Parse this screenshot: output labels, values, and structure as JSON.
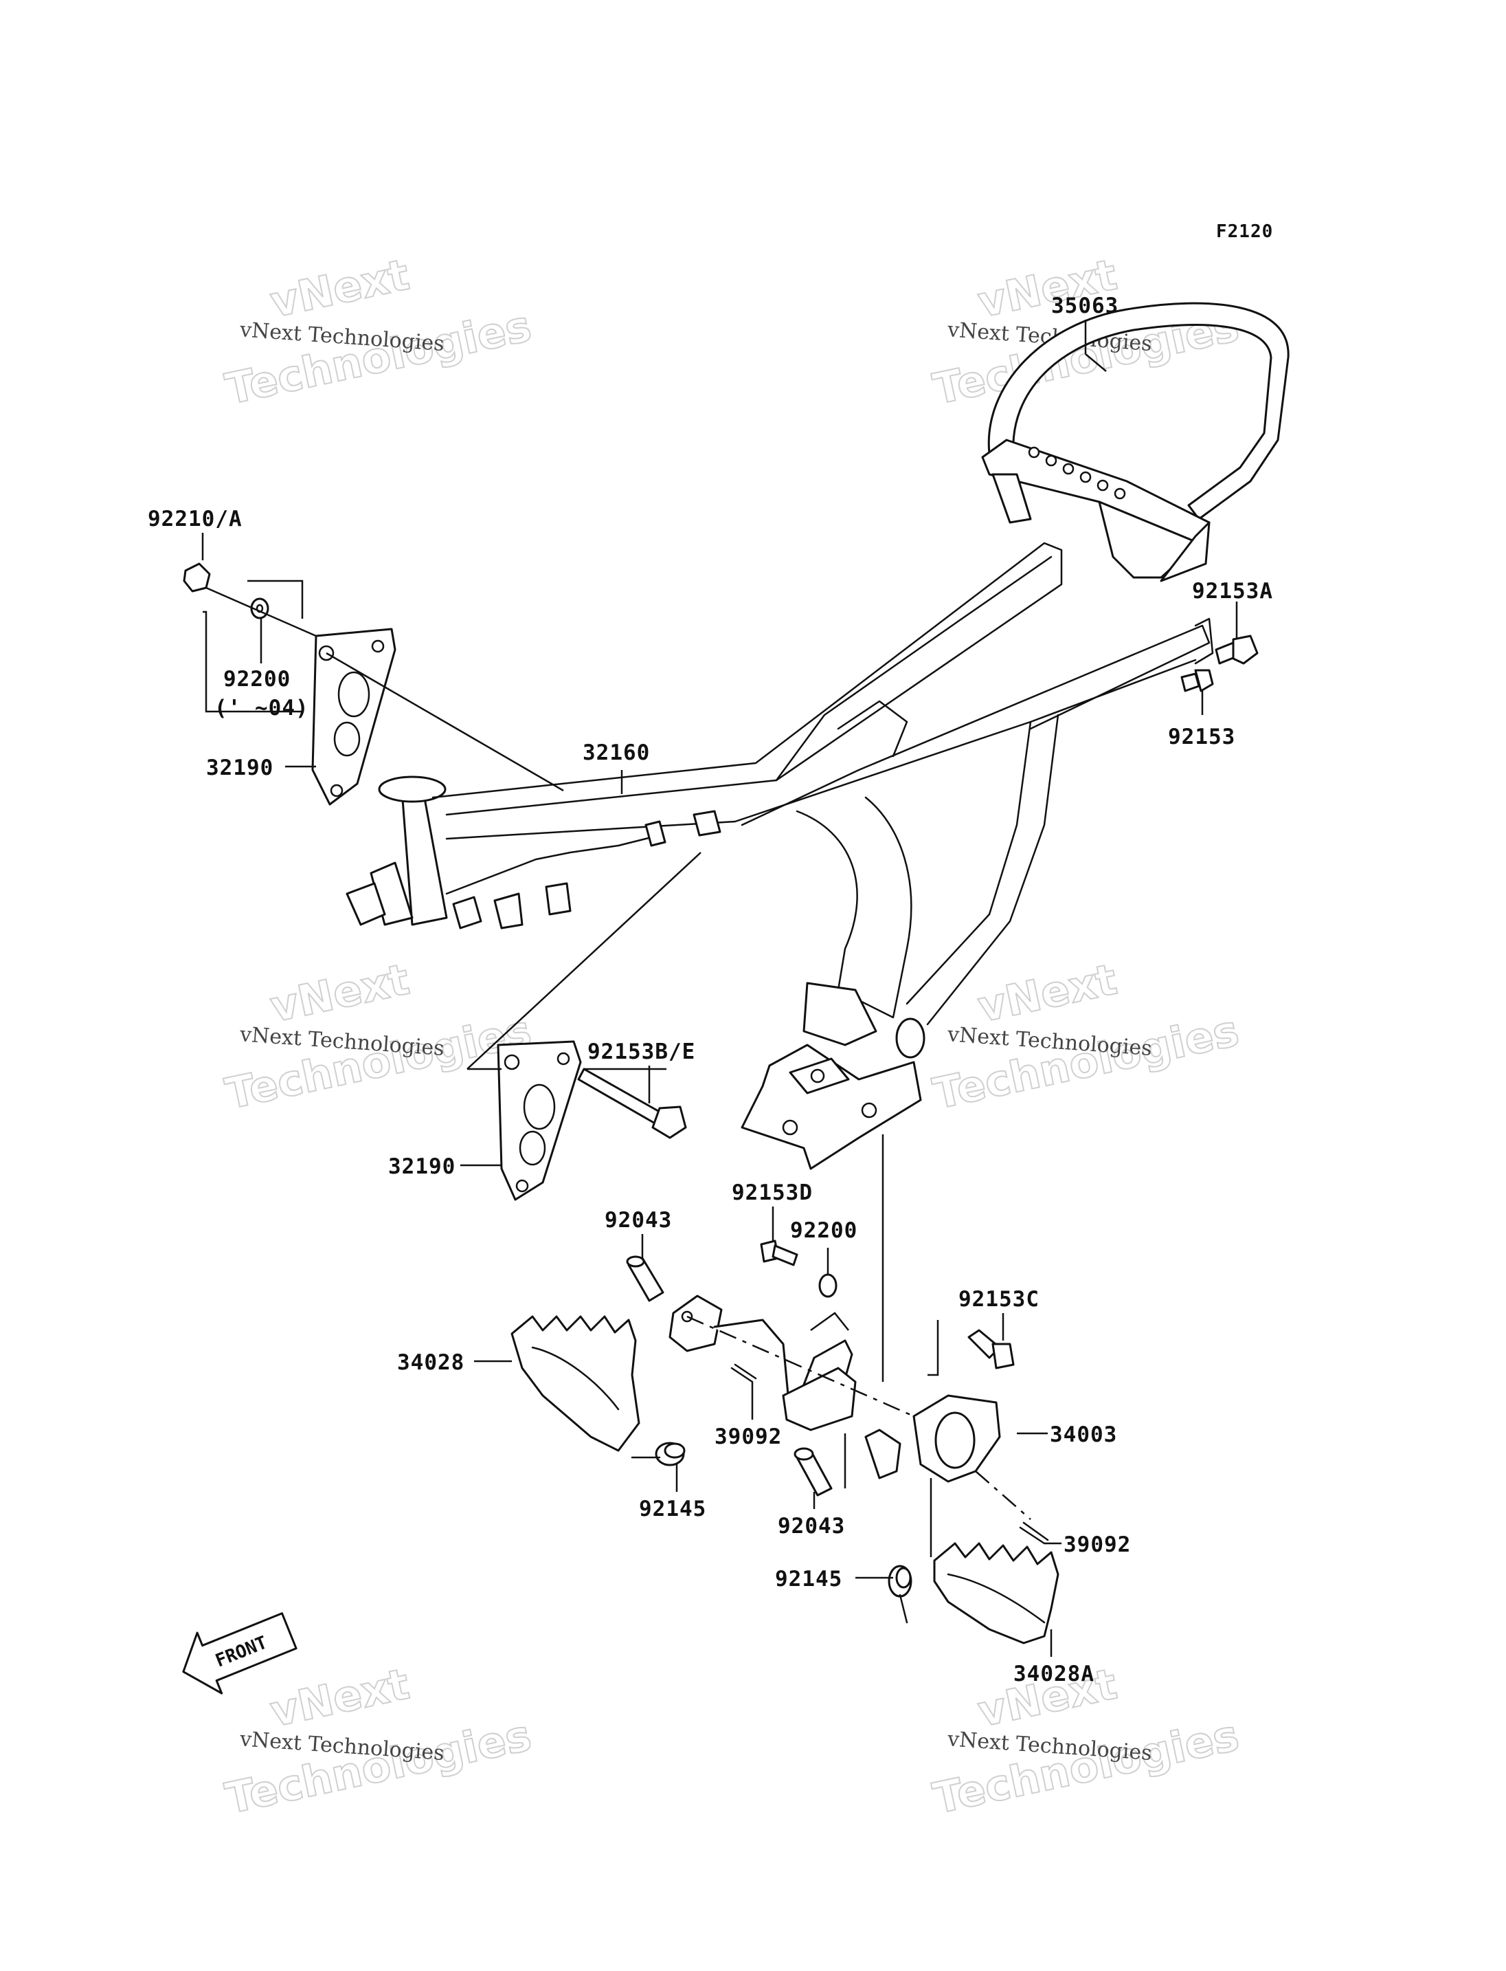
{
  "figure_code": "F2120",
  "parts": {
    "p35063": "35063",
    "p92210A": "92210/A",
    "p92200a": "92200",
    "p92200a_note": "(' ~04)",
    "p32190a": "32190",
    "p32160": "32160",
    "p92153A": "92153A",
    "p92153": "92153",
    "p92153BE": "92153B/E",
    "p32190b": "32190",
    "p92043a": "92043",
    "p92153D": "92153D",
    "p92200b": "92200",
    "p92153C": "92153C",
    "p34028": "34028",
    "p39092a": "39092",
    "p34003": "34003",
    "p92145a": "92145",
    "p92043b": "92043",
    "p39092b": "39092",
    "p92145b": "92145",
    "p34028A": "34028A"
  },
  "front_arrow": {
    "label": "FRONT"
  },
  "watermark": {
    "brand_small": "vNext Technologies",
    "brand_large_1": "vNext",
    "brand_large_2": "Technologies"
  },
  "colors": {
    "line": "#111111",
    "background": "#ffffff",
    "watermark": "#c8c8c8"
  }
}
